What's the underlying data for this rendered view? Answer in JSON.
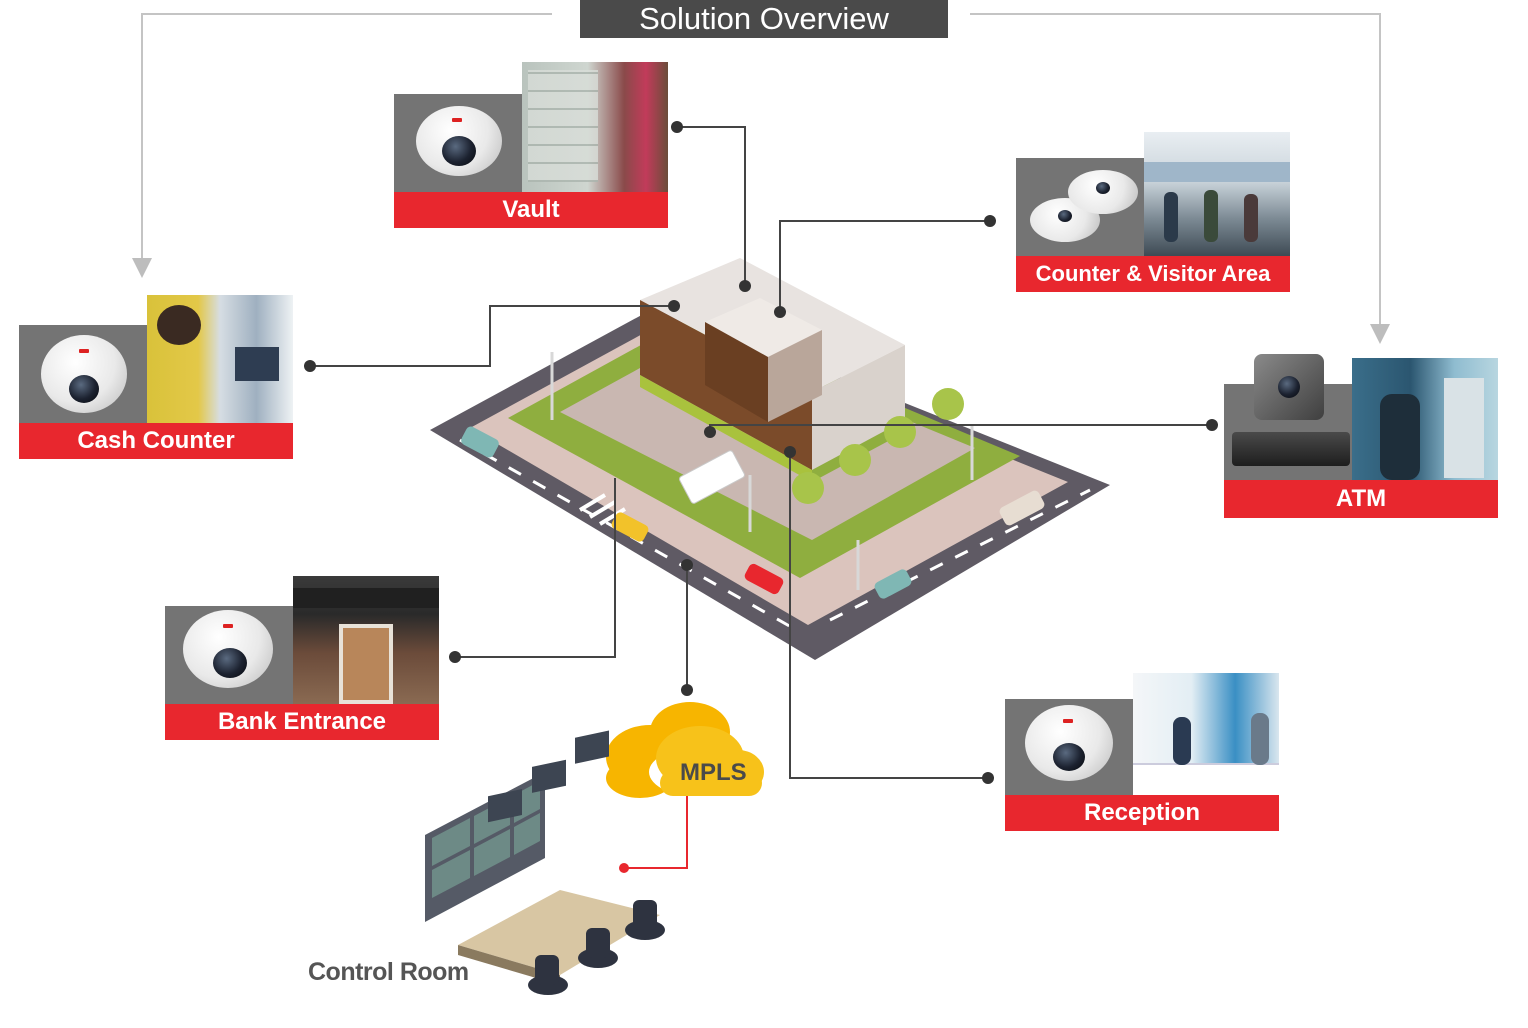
{
  "title": "Solution Overview",
  "locations": {
    "vault": "Vault",
    "counter_visitor": "Counter & Visitor Area",
    "cash_counter": "Cash Counter",
    "atm": "ATM",
    "bank_entrance": "Bank Entrance",
    "reception": "Reception"
  },
  "network": {
    "cloud_label": "MPLS",
    "control_room": "Control Room"
  },
  "colors": {
    "label_red": "#e8272e",
    "title_bar": "#4a4a4a",
    "camera_bg": "#747474",
    "cloud_yellow": "#f7b500",
    "connector": "#444444"
  }
}
